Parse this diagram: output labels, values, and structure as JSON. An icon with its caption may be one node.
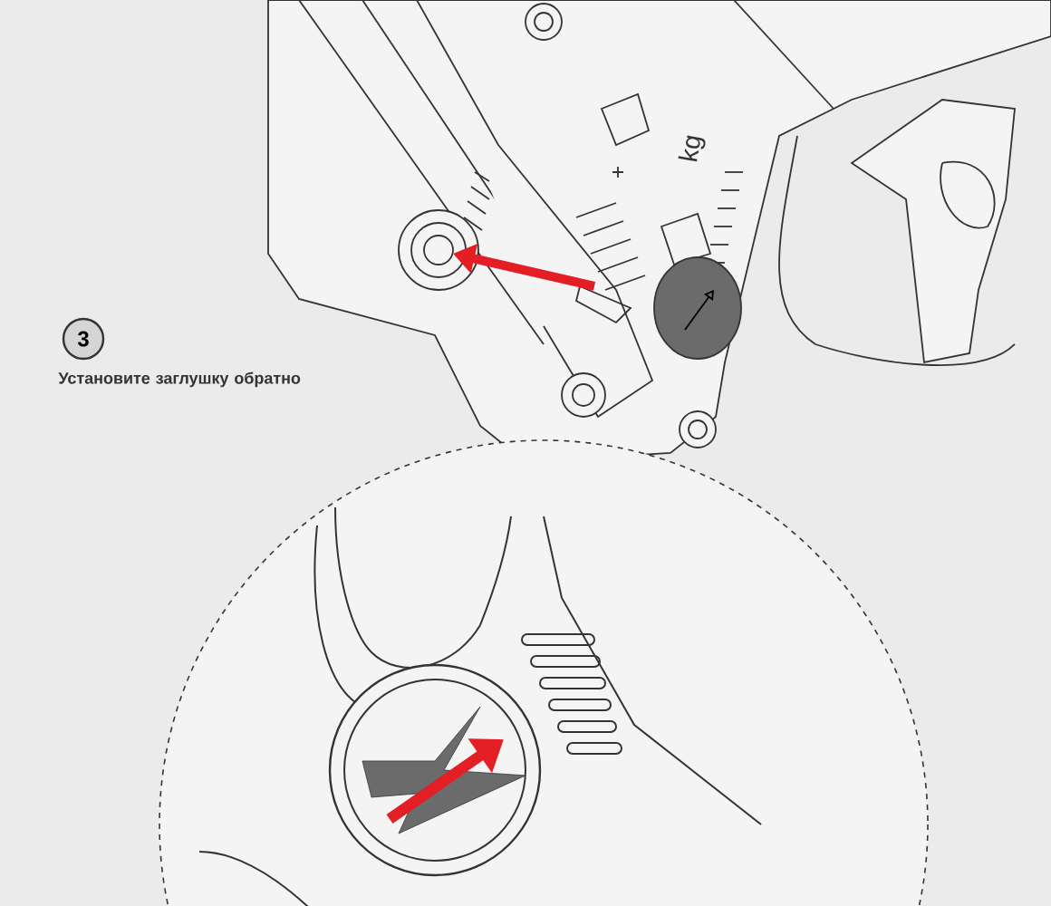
{
  "diagram": {
    "nodes": [
      {
        "text": [
          "3"
        ]
      }
    ],
    "labels": [
      "Установите заглушку обратно",
      "kg"
    ]
  }
}
